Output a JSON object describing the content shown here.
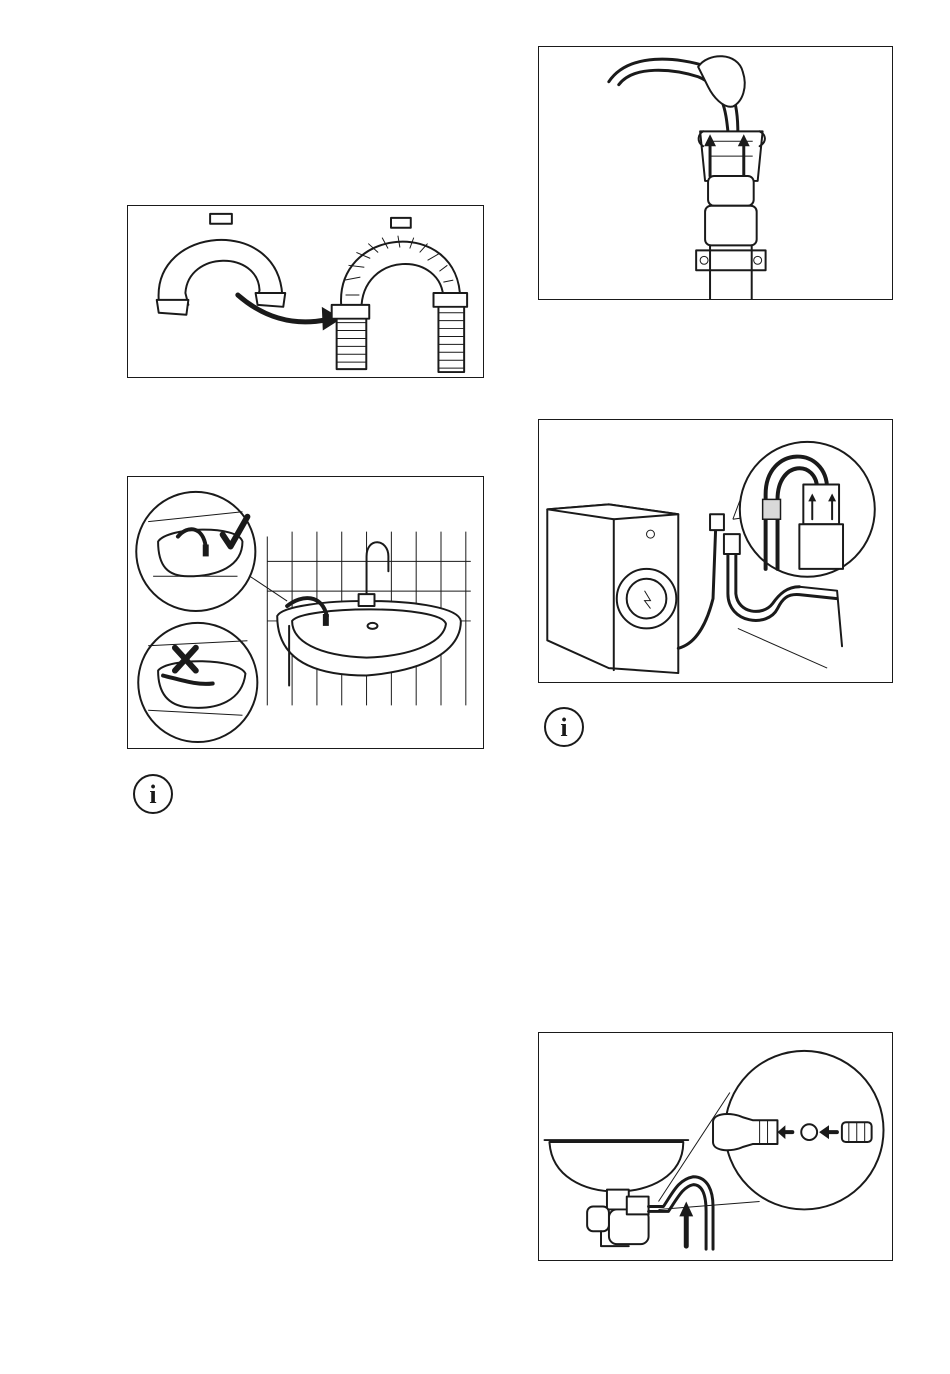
{
  "page": {
    "figures": [
      {
        "id": "hose-guide",
        "icon": "u-hose-guide-icon"
      },
      {
        "id": "washbasin-drain",
        "icon": "washbasin-icon"
      },
      {
        "id": "standpipe-drain",
        "icon": "standpipe-icon"
      },
      {
        "id": "machine-drain",
        "icon": "washing-machine-icon"
      },
      {
        "id": "sink-spigot-drain",
        "icon": "sink-trap-icon"
      }
    ],
    "info_icons": [
      {
        "glyph": "i"
      },
      {
        "glyph": "i"
      }
    ],
    "colors": {
      "line": "#1a1a1a",
      "background": "#ffffff",
      "fill": "#d9d9d9"
    }
  }
}
